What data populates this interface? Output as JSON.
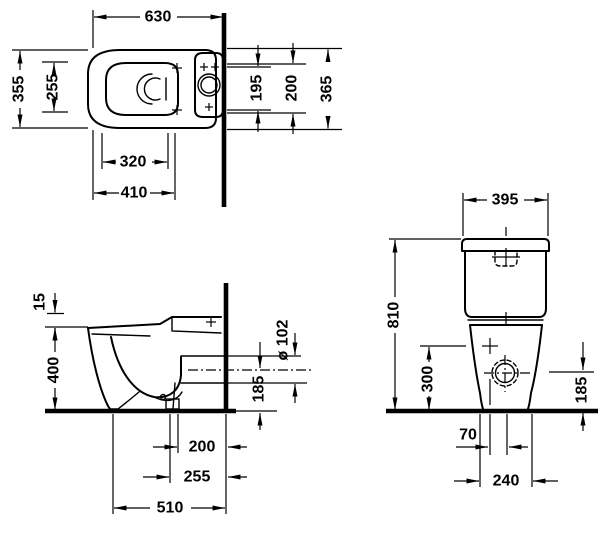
{
  "drawing": {
    "type": "technical-dimension-drawing",
    "colors": {
      "line": "#000000",
      "background": "#ffffff"
    },
    "views": {
      "top": {
        "name": "top view",
        "dims": {
          "width": "630",
          "seat_depth": "355",
          "bowl_depth": "255",
          "bowl_length": "320",
          "rim_length": "410",
          "cistern_inner": "195",
          "cistern_outer": "200",
          "total_depth": "365"
        }
      },
      "side": {
        "name": "side view",
        "dims": {
          "rim_gap": "15",
          "rim_height": "400",
          "outlet_diameter": "ø 102",
          "outlet_height": "185",
          "wall_to_fixing": "200",
          "wall_to_trap": "255",
          "total_length": "510"
        }
      },
      "front": {
        "name": "front view",
        "dims": {
          "cistern_width": "395",
          "total_height": "810",
          "supply_height": "300",
          "outlet_height": "185",
          "supply_offset": "70",
          "fixing_width": "240"
        }
      }
    }
  }
}
